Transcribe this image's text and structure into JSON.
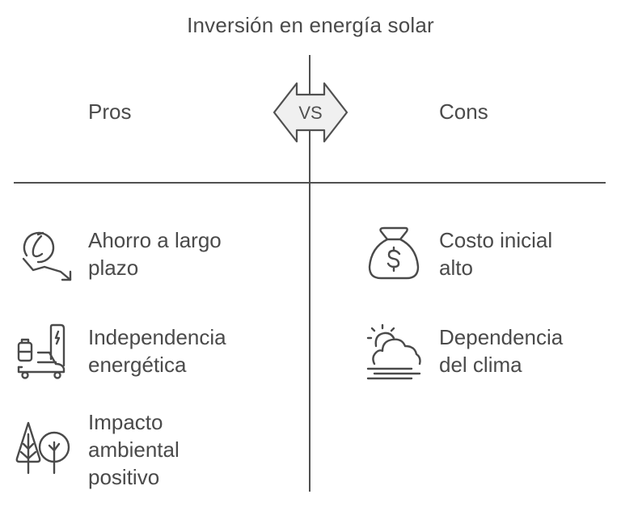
{
  "title": "Inversión en energía solar",
  "vs_label": "VS",
  "columns": {
    "pros": {
      "heading": "Pros",
      "items": [
        {
          "label": "Ahorro a largo\nplazo",
          "icon": "savings-trend-down-icon"
        },
        {
          "label": "Independencia\nenergética",
          "icon": "ev-charging-battery-icon"
        },
        {
          "label": "Impacto\nambiental\npositivo",
          "icon": "trees-icon"
        }
      ]
    },
    "cons": {
      "heading": "Cons",
      "items": [
        {
          "label": "Costo inicial\nalto",
          "icon": "money-bag-icon"
        },
        {
          "label": "Dependencia\ndel clima",
          "icon": "partly-cloudy-fog-icon"
        }
      ]
    }
  },
  "colors": {
    "text": "#4a4a4a",
    "lines": "#505050",
    "vs_fill": "#f0f0f0",
    "background": "#ffffff"
  }
}
